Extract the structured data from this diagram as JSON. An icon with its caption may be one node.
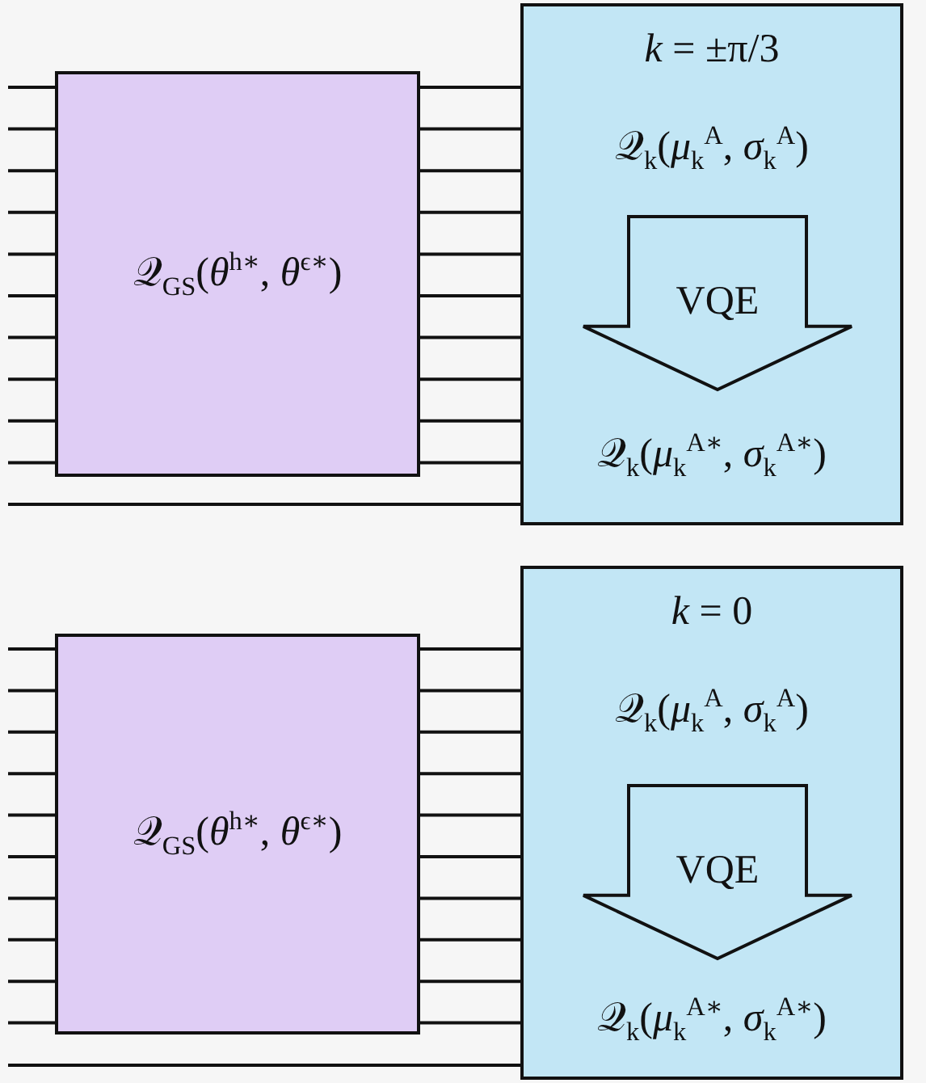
{
  "diagram": {
    "nodes": [
      {
        "text": [
          "𝒬$_{GS}$(*θ*$^{h∗}$, *θ*$^{ϵ∗}$)"
        ]
      },
      {
        "text": [
          "*k* = ±π/3",
          "𝒬$_{k}$(*μ*$_{k}$$^{A}$, *σ*$_{k}$$^{A}$)",
          "𝒬$_{k}$(*μ*$_{k}$$^{A∗}$, *σ*$_{k}$$^{A∗}$)"
        ]
      },
      {
        "text": [
          "VQE"
        ],
        "in": 1
      },
      {
        "text": [
          "𝒬$_{GS}$(*θ*$^{h∗}$, *θ*$^{ϵ∗}$)"
        ]
      },
      {
        "text": [
          "*k* = 0",
          "𝒬$_{k}$(*μ*$_{k}$$^{A}$, *σ*$_{k}$$^{A}$)",
          "𝒬$_{k}$(*μ*$_{k}$$^{A∗}$, *σ*$_{k}$$^{A∗}$)"
        ]
      },
      {
        "text": [
          "VQE"
        ],
        "in": 4
      }
    ],
    "edges": [
      {
        "from": null,
        "to": 0,
        "arrow": "none"
      },
      {
        "from": null,
        "to": 0,
        "arrow": "none"
      },
      {
        "from": null,
        "to": 0,
        "arrow": "none"
      },
      {
        "from": null,
        "to": 0,
        "arrow": "none"
      },
      {
        "from": null,
        "to": 0,
        "arrow": "none"
      },
      {
        "from": null,
        "to": 0,
        "arrow": "none"
      },
      {
        "from": null,
        "to": 0,
        "arrow": "none"
      },
      {
        "from": null,
        "to": 0,
        "arrow": "none"
      },
      {
        "from": null,
        "to": 0,
        "arrow": "none"
      },
      {
        "from": null,
        "to": 0,
        "arrow": "none"
      },
      {
        "from": 0,
        "to": 1,
        "arrow": "none"
      },
      {
        "from": 0,
        "to": 1,
        "arrow": "none"
      },
      {
        "from": 0,
        "to": 1,
        "arrow": "none"
      },
      {
        "from": 0,
        "to": 1,
        "arrow": "none"
      },
      {
        "from": 0,
        "to": 1,
        "arrow": "none"
      },
      {
        "from": 0,
        "to": 1,
        "arrow": "none"
      },
      {
        "from": 0,
        "to": 1,
        "arrow": "none"
      },
      {
        "from": 0,
        "to": 1,
        "arrow": "none"
      },
      {
        "from": 0,
        "to": 1,
        "arrow": "none"
      },
      {
        "from": 0,
        "to": 1,
        "arrow": "none"
      },
      {
        "from": null,
        "to": 1,
        "arrow": "none"
      },
      {
        "from": null,
        "to": 3,
        "arrow": "none"
      },
      {
        "from": null,
        "to": 3,
        "arrow": "none"
      },
      {
        "from": null,
        "to": 3,
        "arrow": "none"
      },
      {
        "from": null,
        "to": 3,
        "arrow": "none"
      },
      {
        "from": null,
        "to": 3,
        "arrow": "none"
      },
      {
        "from": null,
        "to": 3,
        "arrow": "none"
      },
      {
        "from": null,
        "to": 3,
        "arrow": "none"
      },
      {
        "from": null,
        "to": 3,
        "arrow": "none"
      },
      {
        "from": null,
        "to": 3,
        "arrow": "none"
      },
      {
        "from": null,
        "to": 3,
        "arrow": "none"
      },
      {
        "from": 3,
        "to": 4,
        "arrow": "none"
      },
      {
        "from": 3,
        "to": 4,
        "arrow": "none"
      },
      {
        "from": 3,
        "to": 4,
        "arrow": "none"
      },
      {
        "from": 3,
        "to": 4,
        "arrow": "none"
      },
      {
        "from": 3,
        "to": 4,
        "arrow": "none"
      },
      {
        "from": 3,
        "to": 4,
        "arrow": "none"
      },
      {
        "from": 3,
        "to": 4,
        "arrow": "none"
      },
      {
        "from": 3,
        "to": 4,
        "arrow": "none"
      },
      {
        "from": 3,
        "to": 4,
        "arrow": "none"
      },
      {
        "from": 3,
        "to": 4,
        "arrow": "none"
      },
      {
        "from": null,
        "to": 4,
        "arrow": "none"
      }
    ]
  }
}
